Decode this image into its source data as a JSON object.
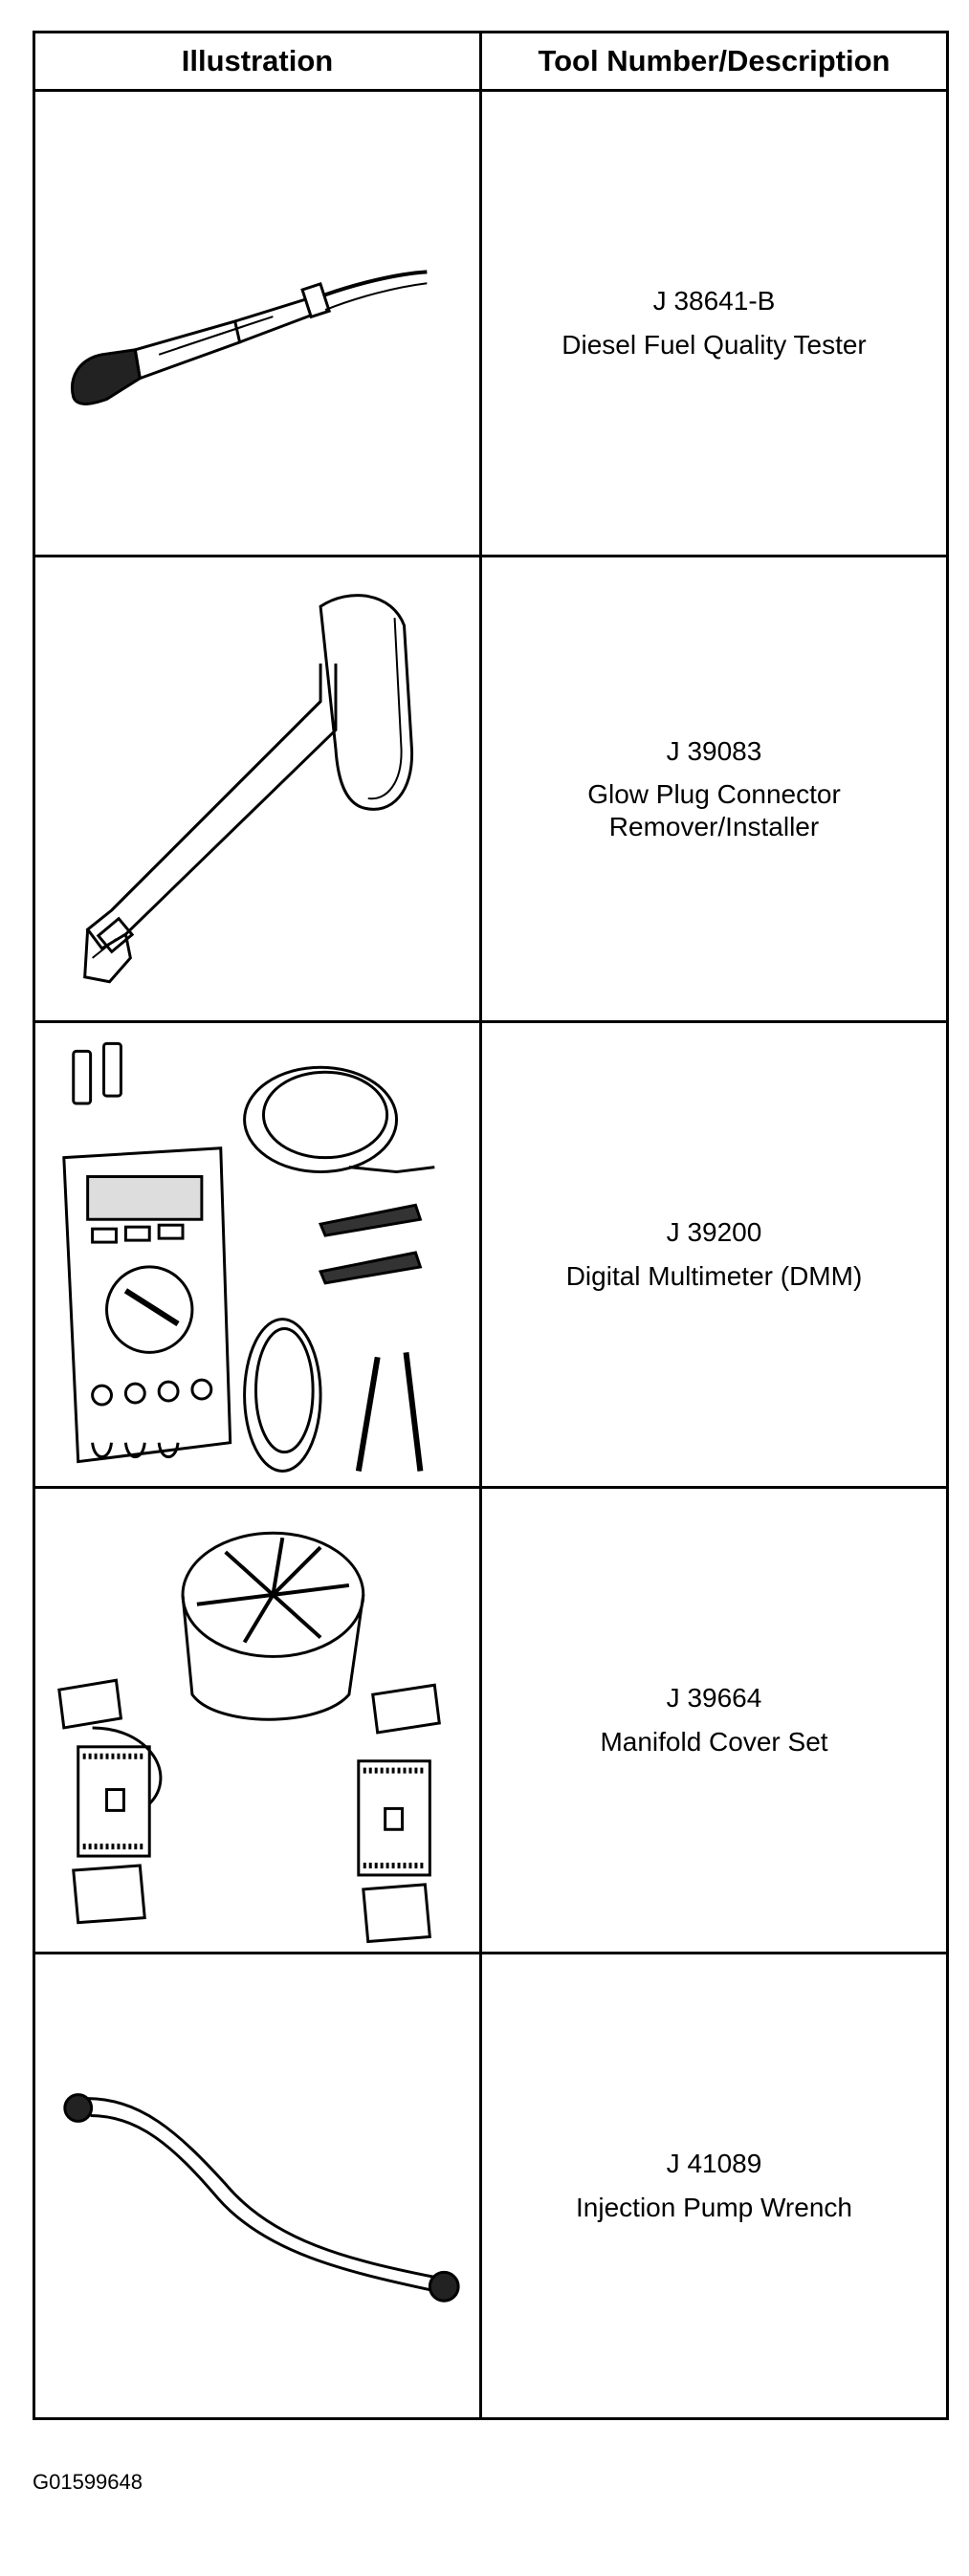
{
  "table": {
    "headers": {
      "illustration": "Illustration",
      "description": "Tool Number/Description"
    },
    "rows": [
      {
        "tool_number": "J 38641-B",
        "description_lines": [
          "Diesel Fuel Quality Tester"
        ],
        "illustration_icon": "fuel-quality-tester-icon"
      },
      {
        "tool_number": "J 39083",
        "description_lines": [
          "Glow Plug Connector",
          "Remover/Installer"
        ],
        "illustration_icon": "glow-plug-remover-icon"
      },
      {
        "tool_number": "J 39200",
        "description_lines": [
          "Digital Multimeter (DMM)"
        ],
        "illustration_icon": "multimeter-icon"
      },
      {
        "tool_number": "J 39664",
        "description_lines": [
          "Manifold Cover Set"
        ],
        "illustration_icon": "manifold-cover-set-icon"
      },
      {
        "tool_number": "J 41089",
        "description_lines": [
          "Injection Pump Wrench"
        ],
        "illustration_icon": "injection-pump-wrench-icon"
      }
    ]
  },
  "figure_id": "G01599648"
}
